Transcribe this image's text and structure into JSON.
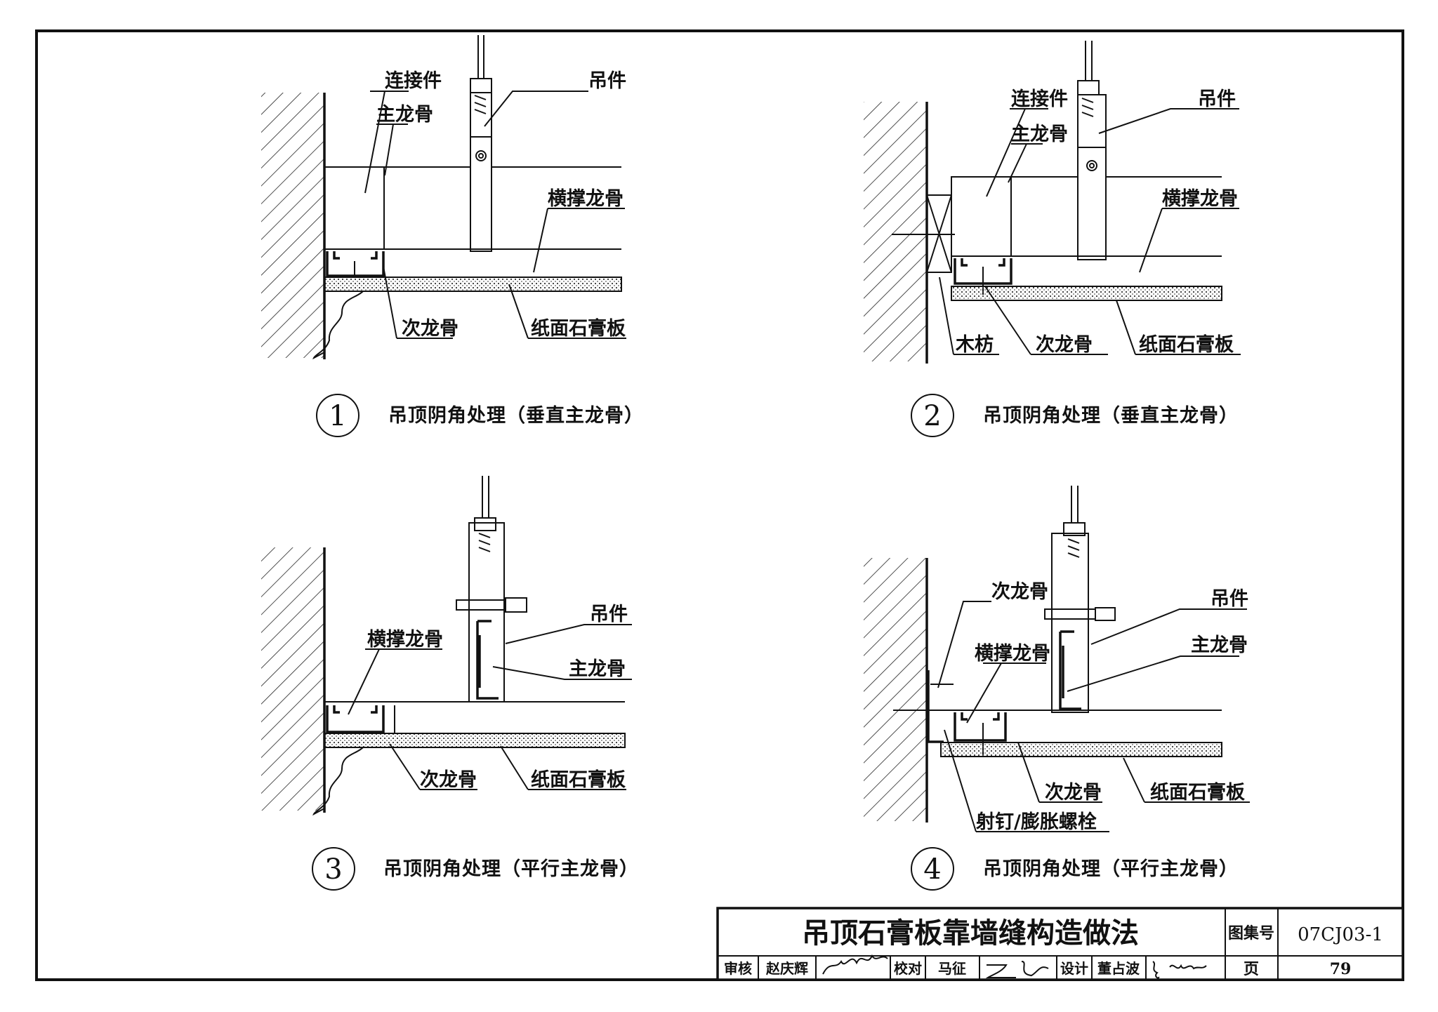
{
  "details": [
    {
      "number": "1",
      "caption": "吊顶阴角处理（垂直主龙骨）",
      "labels": {
        "connector": "连接件",
        "main_keel": "主龙骨",
        "hanger": "吊件",
        "cross_keel": "横撑龙骨",
        "sub_keel": "次龙骨",
        "gypsum_board": "纸面石膏板"
      }
    },
    {
      "number": "2",
      "caption": "吊顶阴角处理（垂直主龙骨）",
      "labels": {
        "connector": "连接件",
        "main_keel": "主龙骨",
        "hanger": "吊件",
        "cross_keel": "横撑龙骨",
        "wood_strip": "木枋",
        "sub_keel": "次龙骨",
        "gypsum_board": "纸面石膏板"
      }
    },
    {
      "number": "3",
      "caption": "吊顶阴角处理（平行主龙骨）",
      "labels": {
        "hanger": "吊件",
        "cross_keel": "横撑龙骨",
        "main_keel": "主龙骨",
        "sub_keel": "次龙骨",
        "gypsum_board": "纸面石膏板"
      }
    },
    {
      "number": "4",
      "caption": "吊顶阴角处理（平行主龙骨）",
      "labels": {
        "sub_keel_top": "次龙骨",
        "hanger": "吊件",
        "cross_keel": "横撑龙骨",
        "main_keel": "主龙骨",
        "sub_keel": "次龙骨",
        "gypsum_board": "纸面石膏板",
        "anchor": "射钉/膨胀螺栓"
      }
    }
  ],
  "title_block": {
    "title": "吊顶石膏板靠墙缝构造做法",
    "atlas_label": "图集号",
    "atlas_no": "07CJ03-1",
    "review_label": "审核",
    "reviewer": "赵庆辉",
    "check_label": "校对",
    "checker": "马征",
    "design_label": "设计",
    "designer": "董占波",
    "page_label": "页",
    "page_no": "79"
  }
}
